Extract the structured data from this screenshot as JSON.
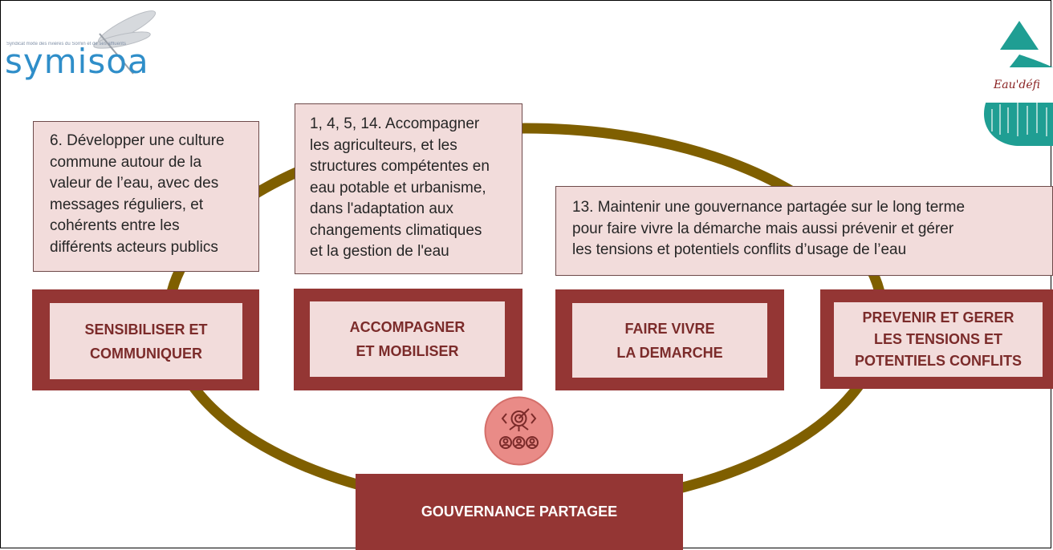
{
  "logos": {
    "left_name": "symisoa",
    "left_tagline": "Syndicat mixte des rivières du Sornin et de ses affluents",
    "right_name": "Eau'défi"
  },
  "objectives": [
    {
      "text": "6. Développer une culture\ncommune autour de la\nvaleur de l’eau, avec des\nmessages réguliers, et\ncohérents entre les\ndifférents acteurs publics"
    },
    {
      "text": "1, 4, 5, 14. Accompagner\nles agriculteurs, et les\nstructures compétentes en\neau potable et urbanisme,\ndans l'adaptation aux\nchangements climatiques\net la gestion de l'eau"
    },
    {
      "text": "13. Maintenir une gouvernance partagée sur le long terme\npour faire vivre la démarche mais aussi prévenir et gérer\nles tensions et potentiels conflits d’usage de l’eau"
    }
  ],
  "actions": [
    {
      "label": "SENSIBILISER ET\nCOMMUNIQUER"
    },
    {
      "label": "ACCOMPAGNER\nET MOBILISER"
    },
    {
      "label": "FAIRE VIVRE\nLA DEMARCHE"
    },
    {
      "label": "PREVENIR ET GERER\nLES TENSIONS ET\nPOTENTIELS CONFLITS"
    }
  ],
  "center": {
    "label": "GOUVERNANCE PARTAGEE"
  },
  "colors": {
    "ring": "#7f5f00",
    "action_border": "#943634",
    "action_fill": "#f2dcdb",
    "action_text": "#7b2b2a",
    "textbox_fill": "#f2dcdb",
    "badge": "#e98b87",
    "logo_blue": "#2f8ec9",
    "drop_teal": "#1f9e93"
  },
  "icons": {
    "badge": "target-people-icon"
  }
}
